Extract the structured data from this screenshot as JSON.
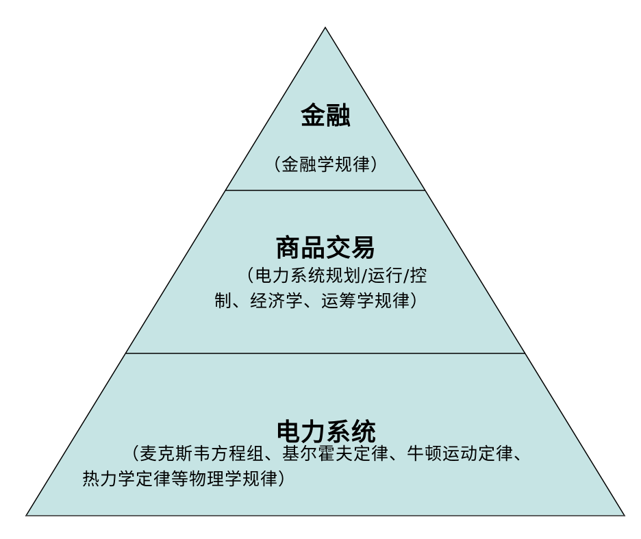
{
  "colors": {
    "fill": "#c6e4e4",
    "stroke": "#000000",
    "baseline": "#555555"
  },
  "layers": {
    "top": {
      "title": "金融",
      "desc": [
        "（金融学规律）"
      ]
    },
    "middle": {
      "title": "商品交易",
      "desc": [
        "（电力系统规划/运行/控",
        "制、经济学、运筹学规律）"
      ]
    },
    "bottom": {
      "title": "电力系统",
      "desc": [
        "（麦克斯韦方程组、基尔霍夫定律、牛顿运动定律、",
        "热力学定律等物理学规律）"
      ]
    }
  }
}
